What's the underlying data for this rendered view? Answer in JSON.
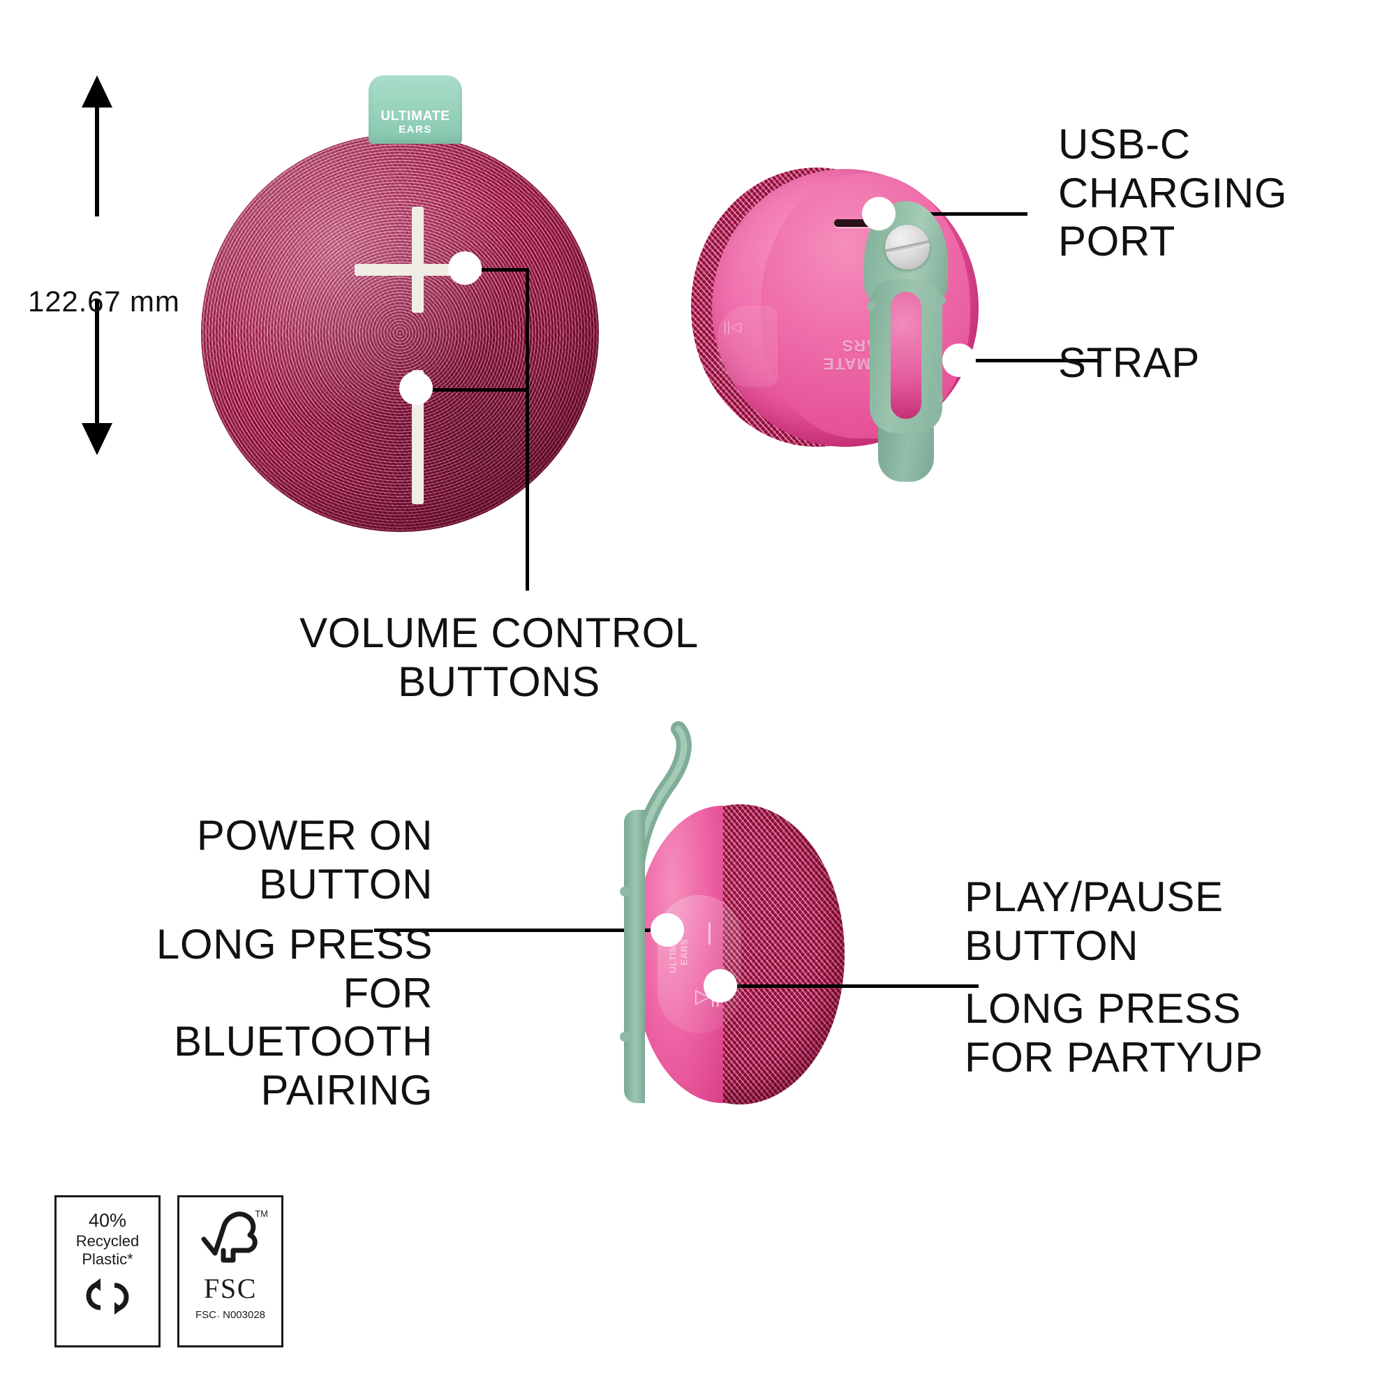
{
  "dimension": {
    "label": "122.67 mm"
  },
  "product": {
    "brand_line1": "ULTIMATE",
    "brand_line2": "EARS",
    "emboss_back_line1": "ULTIMATE",
    "emboss_back_line2": "EARS",
    "emboss_side": "ULTIMATE\nEARS"
  },
  "colors": {
    "mesh_magenta": "#c4104f",
    "body_pink": "#ee6aa8",
    "strap_mint": "#94bfa9",
    "tab_mint": "#97d2bb",
    "leader_black": "#000000",
    "marker_white": "#ffffff"
  },
  "callouts": [
    {
      "id": "volume-control",
      "text": "VOLUME CONTROL\nBUTTONS",
      "align": "center"
    },
    {
      "id": "usb-c-charging-port",
      "text": "USB-C\nCHARGING\nPORT",
      "align": "left"
    },
    {
      "id": "strap",
      "text": "STRAP",
      "align": "left"
    },
    {
      "id": "power-on-button",
      "text": "POWER ON\nBUTTON",
      "align": "right"
    },
    {
      "id": "power-on-detail",
      "text": "LONG PRESS\nFOR\nBLUETOOTH\nPAIRING",
      "align": "right"
    },
    {
      "id": "play-pause-button",
      "text": "PLAY/PAUSE\nBUTTON",
      "align": "left"
    },
    {
      "id": "play-pause-detail",
      "text": "LONG PRESS\nFOR PARTYUP",
      "align": "left"
    }
  ],
  "button_glyphs": {
    "volume_up": "+",
    "volume_down": "–",
    "power": "|",
    "play_pause": "▷||"
  },
  "badges": {
    "recycled": {
      "line1": "40%",
      "line2": "Recycled",
      "line3": "Plastic*",
      "icon": "recycle-loop-icon"
    },
    "fsc": {
      "mark": "FSC",
      "tm": "TM",
      "code": "FSC˓ N003028",
      "icon": "fsc-tree-checkmark-icon"
    }
  }
}
